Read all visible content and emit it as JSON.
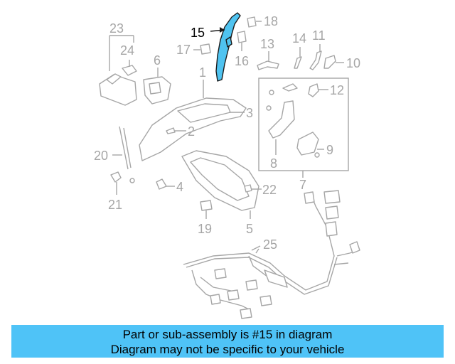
{
  "diagram": {
    "highlight_color": "#4fc3f7",
    "highlight_label": "15",
    "labels": {
      "l1": "1",
      "l2": "2",
      "l3": "3",
      "l4": "4",
      "l5": "5",
      "l6": "6",
      "l7": "7",
      "l8": "8",
      "l9": "9",
      "l10": "10",
      "l11": "11",
      "l12": "12",
      "l13": "13",
      "l14": "14",
      "l16": "16",
      "l17": "17",
      "l18": "18",
      "l19": "19",
      "l20": "20",
      "l21": "21",
      "l22": "22",
      "l23": "23",
      "l24": "24",
      "l25": "25"
    }
  },
  "banner": {
    "line1": "Part or sub-assembly is #15 in diagram",
    "line2": "Diagram may not be specific to your vehicle"
  }
}
